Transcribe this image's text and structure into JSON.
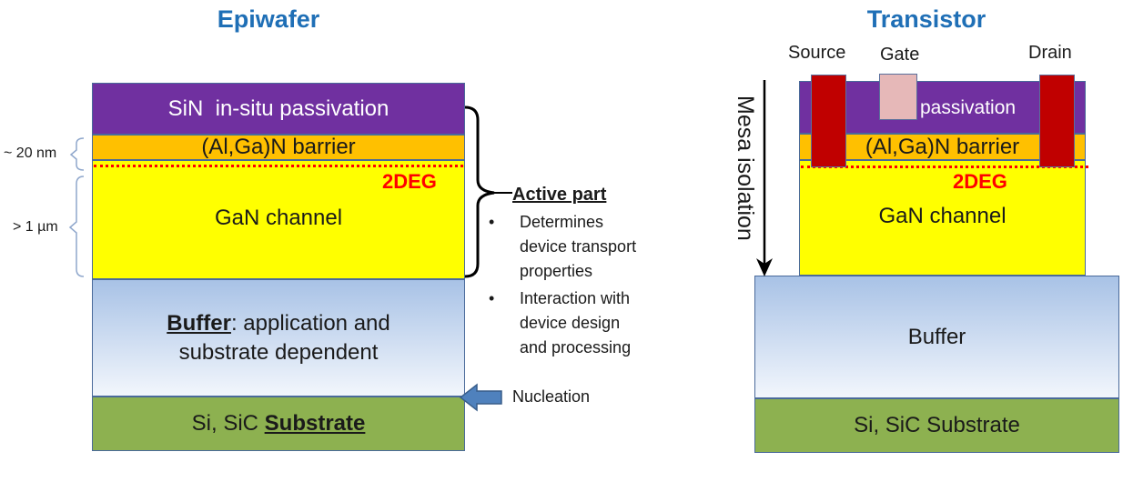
{
  "epiwafer": {
    "title": "Epiwafer",
    "sin_layer": "SiN  in-situ passivation",
    "barrier_layer": "(Al,Ga)N barrier",
    "twodeg_label": "2DEG",
    "channel_layer": "GaN channel",
    "buffer_bold": "Buffer",
    "buffer_rest_line1": ": application and",
    "buffer_line2": "substrate dependent",
    "substrate_plain": "Si, SiC ",
    "substrate_bold": "Substrate",
    "barrier_thickness": "~ 20 nm",
    "channel_thickness": "> 1 µm",
    "active_part_title": "Active part",
    "active_bullets": [
      "Determines device transport properties",
      "Interaction with device design and processing"
    ],
    "active_bullet_lines": [
      [
        "Determines",
        "device transport",
        "properties"
      ],
      [
        "Interaction with",
        "device design",
        "and processing"
      ]
    ],
    "nucleation_label": "Nucleation"
  },
  "transistor": {
    "title": "Transistor",
    "source_label": "Source",
    "gate_label": "Gate",
    "drain_label": "Drain",
    "passivation_label": "passivation",
    "barrier_layer": "(Al,Ga)N barrier",
    "twodeg_label": "2DEG",
    "channel_layer": "GaN channel",
    "buffer_layer": "Buffer",
    "substrate_layer": "Si, SiC Substrate",
    "mesa_label": "Mesa isolation"
  },
  "colors": {
    "title_blue": "#1f6fb6",
    "sin_purple": "#7030a0",
    "barrier_orange": "#ffc000",
    "channel_yellow": "#ffff00",
    "substrate_green": "#8db150",
    "contact_red": "#c00000",
    "twodeg_red": "#ff0000"
  }
}
